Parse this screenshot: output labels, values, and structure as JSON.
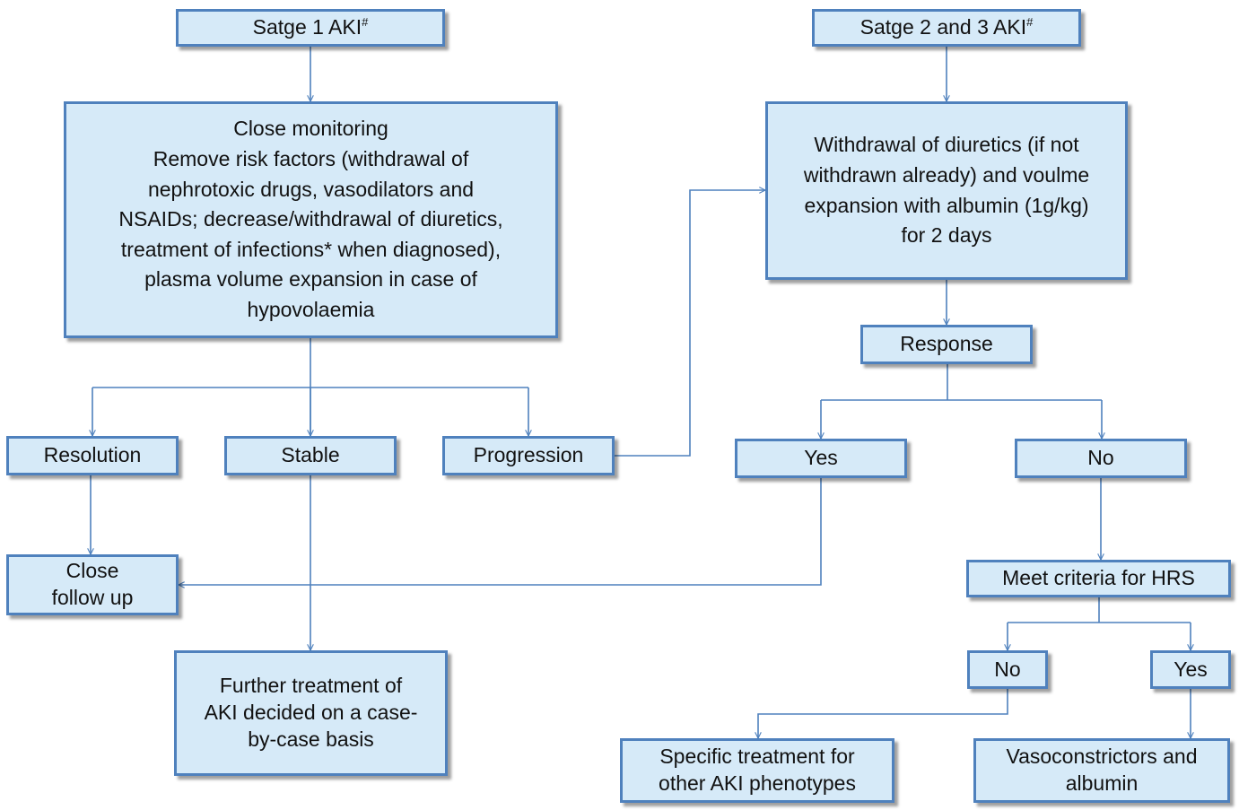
{
  "nodes": {
    "stage1": {
      "lines": [
        "Satge 1 AKI"
      ],
      "sup": "#"
    },
    "stage23": {
      "lines": [
        "Satge 2 and 3 AKI"
      ],
      "sup": "#"
    },
    "close_monitoring": {
      "lines": [
        "Close monitoring",
        "Remove risk factors (withdrawal of",
        "nephrotoxic drugs, vasodilators and",
        "NSAIDs; decrease/withdrawal of diuretics,",
        "treatment of infections* when diagnosed),",
        "plasma volume expansion in case of",
        "hypovolaemia"
      ]
    },
    "withdrawal": {
      "lines": [
        "Withdrawal of diuretics (if not",
        "withdrawn already) and voulme",
        "expansion with albumin (1g/kg)",
        "for 2 days"
      ]
    },
    "response": {
      "lines": [
        "Response"
      ]
    },
    "resolution": {
      "lines": [
        "Resolution"
      ]
    },
    "stable": {
      "lines": [
        "Stable"
      ]
    },
    "progression": {
      "lines": [
        "Progression"
      ]
    },
    "yes_response": {
      "lines": [
        "Yes"
      ]
    },
    "no_response": {
      "lines": [
        "No"
      ]
    },
    "close_follow_up": {
      "lines": [
        "Close",
        "follow up"
      ]
    },
    "meet_criteria_hrs": {
      "lines": [
        "Meet criteria for HRS"
      ]
    },
    "no_hrs": {
      "lines": [
        "No"
      ]
    },
    "yes_hrs": {
      "lines": [
        "Yes"
      ]
    },
    "further_treatment": {
      "lines": [
        "Further treatment of",
        "AKI decided on a case-",
        "by-case basis"
      ]
    },
    "specific_treatment": {
      "lines": [
        "Specific treatment for",
        "other AKI phenotypes"
      ]
    },
    "vasoconstrictors": {
      "lines": [
        "Vasoconstrictors and",
        "albumin"
      ]
    }
  },
  "colors": {
    "fill": "#d6eaf8",
    "border": "#4f81bd",
    "connector": "#4f81bd",
    "text": "#111111"
  }
}
